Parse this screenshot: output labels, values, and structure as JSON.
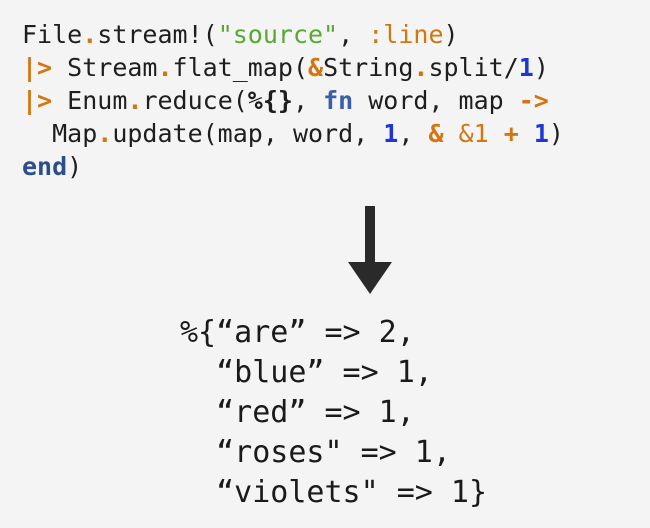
{
  "code": {
    "lines": [
      [
        {
          "t": "File",
          "c": "plain"
        },
        {
          "t": ".",
          "c": "dot"
        },
        {
          "t": "stream!(",
          "c": "plain"
        },
        {
          "t": "\"source\"",
          "c": "str"
        },
        {
          "t": ", ",
          "c": "plain"
        },
        {
          "t": ":line",
          "c": "atom"
        },
        {
          "t": ")",
          "c": "plain"
        }
      ],
      [
        {
          "t": "|>",
          "c": "op"
        },
        {
          "t": " Stream",
          "c": "plain"
        },
        {
          "t": ".",
          "c": "dot"
        },
        {
          "t": "flat_map(",
          "c": "plain"
        },
        {
          "t": "&",
          "c": "op"
        },
        {
          "t": "String",
          "c": "plain"
        },
        {
          "t": ".",
          "c": "dot"
        },
        {
          "t": "split/",
          "c": "plain"
        },
        {
          "t": "1",
          "c": "num"
        },
        {
          "t": ")",
          "c": "plain"
        }
      ],
      [
        {
          "t": "|>",
          "c": "op"
        },
        {
          "t": " Enum",
          "c": "plain"
        },
        {
          "t": ".",
          "c": "dot"
        },
        {
          "t": "reduce(",
          "c": "plain"
        },
        {
          "t": "%{}",
          "c": "bold"
        },
        {
          "t": ", ",
          "c": "plain"
        },
        {
          "t": "fn",
          "c": "kw"
        },
        {
          "t": " word, map ",
          "c": "plain"
        },
        {
          "t": "->",
          "c": "op"
        }
      ],
      [
        {
          "t": "  Map",
          "c": "plain"
        },
        {
          "t": ".",
          "c": "dot"
        },
        {
          "t": "update(map, word, ",
          "c": "plain"
        },
        {
          "t": "1",
          "c": "num"
        },
        {
          "t": ", ",
          "c": "plain"
        },
        {
          "t": "&",
          "c": "op"
        },
        {
          "t": " ",
          "c": "plain"
        },
        {
          "t": "&1",
          "c": "atom"
        },
        {
          "t": " ",
          "c": "plain"
        },
        {
          "t": "+",
          "c": "op"
        },
        {
          "t": " ",
          "c": "plain"
        },
        {
          "t": "1",
          "c": "num"
        },
        {
          "t": ")",
          "c": "plain"
        }
      ],
      [
        {
          "t": "end",
          "c": "kwend"
        },
        {
          "t": ")",
          "c": "plain"
        }
      ]
    ]
  },
  "arrow": {
    "icon": "down-arrow-icon",
    "color": "#2a2a2a"
  },
  "result": {
    "lines": [
      "%{“are” => 2,",
      "  “blue” => 1,",
      "  “red” => 1,",
      "  “roses\" => 1,",
      "  “violets\" => 1}"
    ]
  }
}
